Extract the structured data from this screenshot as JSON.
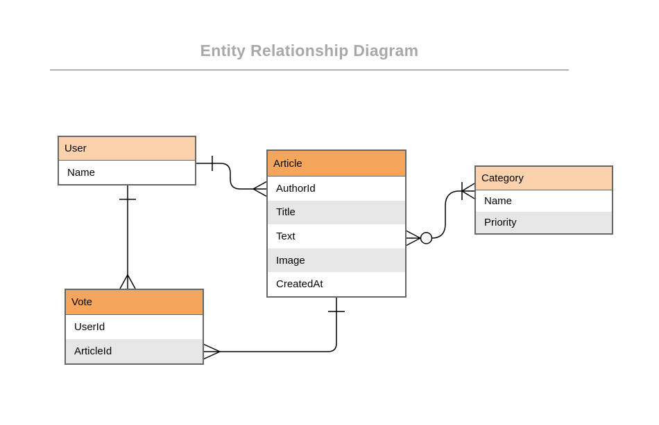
{
  "title": "Entity Relationship Diagram",
  "entities": {
    "user": {
      "name": "User",
      "fields": [
        "Name"
      ]
    },
    "article": {
      "name": "Article",
      "fields": [
        "AuthorId",
        "Title",
        "Text",
        "Image",
        "CreatedAt"
      ]
    },
    "category": {
      "name": "Category",
      "fields": [
        "Name",
        "Priority"
      ]
    },
    "vote": {
      "name": "Vote",
      "fields": [
        "UserId",
        "ArticleId"
      ]
    }
  },
  "relationships": [
    {
      "from": "User",
      "to": "Article",
      "from_cardinality": "one",
      "to_cardinality": "many"
    },
    {
      "from": "User",
      "to": "Vote",
      "from_cardinality": "one",
      "to_cardinality": "many"
    },
    {
      "from": "Vote",
      "to": "Article",
      "from_cardinality": "many",
      "to_cardinality": "one"
    },
    {
      "from": "Article",
      "to": "Category",
      "from_cardinality": "zero-or-many",
      "to_cardinality": "one-or-many"
    }
  ],
  "colors": {
    "header_strong": "#f6a55c",
    "header_soft": "#fcd2ac",
    "row": "#ffffff",
    "row_alt": "#e6e6e6",
    "border": "#666666",
    "title_text": "#a8a8a8",
    "divider": "#b0b0b0",
    "connector": "#000000"
  }
}
